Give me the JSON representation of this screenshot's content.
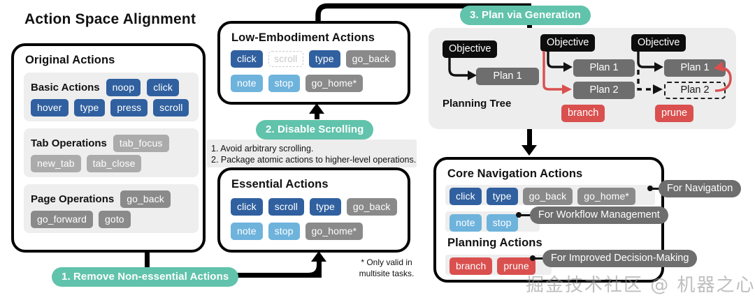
{
  "title": "Action Space Alignment",
  "original_actions": {
    "title": "Original Actions",
    "groups": [
      {
        "name": "basic",
        "label": "Basic Actions",
        "inline_chips": [
          {
            "label": "noop",
            "style": "blue"
          },
          {
            "label": "click",
            "style": "blue"
          }
        ],
        "chips": [
          {
            "label": "hover",
            "style": "blue"
          },
          {
            "label": "type",
            "style": "blue"
          },
          {
            "label": "press",
            "style": "blue"
          },
          {
            "label": "scroll",
            "style": "blue"
          }
        ]
      },
      {
        "name": "tab",
        "label": "Tab Operations",
        "inline_chips": [
          {
            "label": "tab_focus",
            "style": "lgray"
          }
        ],
        "chips": [
          {
            "label": "new_tab",
            "style": "lgray"
          },
          {
            "label": "tab_close",
            "style": "lgray"
          }
        ]
      },
      {
        "name": "page",
        "label": "Page Operations",
        "inline_chips": [
          {
            "label": "go_back",
            "style": "gray"
          }
        ],
        "chips": [
          {
            "label": "go_forward",
            "style": "gray"
          },
          {
            "label": "goto",
            "style": "gray"
          }
        ]
      }
    ]
  },
  "low_embodiment": {
    "title": "Low-Embodiment Actions",
    "row1": [
      {
        "label": "click",
        "style": "blue"
      },
      {
        "label": "scroll",
        "style": "dash"
      },
      {
        "label": "type",
        "style": "blue"
      },
      {
        "label": "go_back",
        "style": "gray"
      }
    ],
    "row2": [
      {
        "label": "note",
        "style": "lblue"
      },
      {
        "label": "stop",
        "style": "lblue"
      },
      {
        "label": "go_home*",
        "style": "gray"
      }
    ]
  },
  "essential": {
    "title": "Essential Actions",
    "row1": [
      {
        "label": "click",
        "style": "blue"
      },
      {
        "label": "scroll",
        "style": "blue"
      },
      {
        "label": "type",
        "style": "blue"
      },
      {
        "label": "go_back",
        "style": "gray"
      }
    ],
    "row2": [
      {
        "label": "note",
        "style": "lblue"
      },
      {
        "label": "stop",
        "style": "lblue"
      },
      {
        "label": "go_home*",
        "style": "gray"
      }
    ]
  },
  "core_navigation": {
    "title": "Core Navigation Actions",
    "row1": [
      {
        "label": "click",
        "style": "blue"
      },
      {
        "label": "type",
        "style": "blue"
      },
      {
        "label": "go_back",
        "style": "gray"
      },
      {
        "label": "go_home*",
        "style": "gray"
      }
    ],
    "row2": [
      {
        "label": "note",
        "style": "lblue"
      },
      {
        "label": "stop",
        "style": "lblue"
      }
    ],
    "planning_title": "Planning Actions",
    "row3": [
      {
        "label": "branch",
        "style": "red"
      },
      {
        "label": "prune",
        "style": "red"
      }
    ],
    "annotations": [
      "For Navigation",
      "For Workflow Management",
      "For Improved Decision-Making"
    ]
  },
  "steps": {
    "step1": "1. Remove Non-essential Actions",
    "step2": "2. Disable Scrolling",
    "step3": "3. Plan via Generation"
  },
  "notes": {
    "line1": "1. Avoid arbitrary scrolling.",
    "line2": "2. Package atomic actions to higher-level operations.",
    "footnote_line1": "* Only valid in",
    "footnote_line2": "multisite tasks."
  },
  "planning_tree": {
    "label": "Planning Tree",
    "trees": [
      {
        "name": "base",
        "objective": "Objective",
        "plans": [
          "Plan 1"
        ],
        "tag": ""
      },
      {
        "name": "branch",
        "objective": "Objective",
        "plans": [
          "Plan 1",
          "Plan 2"
        ],
        "tag": "branch"
      },
      {
        "name": "prune",
        "objective": "Objective",
        "plans": [
          "Plan 1",
          "Plan 2"
        ],
        "tag": "prune"
      }
    ]
  },
  "watermark": "掘金技术社区 @ 机器之心",
  "colors": {
    "blue": "#30609f",
    "light_blue": "#6eb3dc",
    "gray": "#8a8a8a",
    "light_gray": "#ababab",
    "red": "#d9504f",
    "teal": "#61c3ab",
    "black": "#0d0d0d",
    "panel": "#eeeeee"
  }
}
